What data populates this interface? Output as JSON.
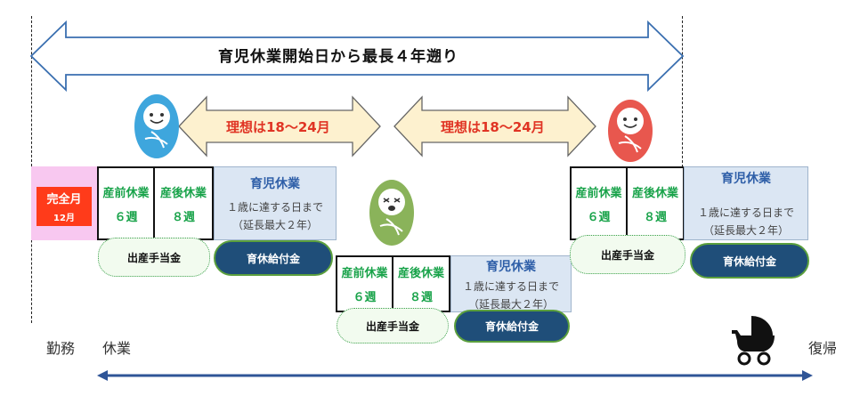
{
  "top_arrow": {
    "label": "育児休業開始日から最長４年遡り"
  },
  "ideal_arrows": [
    {
      "label": "理想は18～24月"
    },
    {
      "label": "理想は18～24月"
    }
  ],
  "full_month": {
    "title": "完全月",
    "sub": "12月"
  },
  "groups": [
    {
      "pre": {
        "name": "産前休業",
        "weeks": "６週"
      },
      "post": {
        "name": "産後休業",
        "weeks": "８週"
      },
      "childcare": {
        "title": "育児休業",
        "desc1": "１歳に達する日まで",
        "desc2": "（延長最大２年）"
      },
      "maternity_allowance": "出産手当金",
      "childcare_benefit": "育休給付金"
    },
    {
      "pre": {
        "name": "産前休業",
        "weeks": "６週"
      },
      "post": {
        "name": "産後休業",
        "weeks": "８週"
      },
      "childcare": {
        "title": "育児休業",
        "desc1": "１歳に達する日まで",
        "desc2": "（延長最大２年）"
      },
      "maternity_allowance": "出産手当金",
      "childcare_benefit": "育休給付金"
    },
    {
      "pre": {
        "name": "産前休業",
        "weeks": "６週"
      },
      "post": {
        "name": "産後休業",
        "weeks": "８週"
      },
      "childcare": {
        "title": "育児休業",
        "desc1": "１歳に達する日まで",
        "desc2": "（延長最大２年）"
      },
      "maternity_allowance": "出産手当金",
      "childcare_benefit": "育休給付金"
    }
  ],
  "bottom": {
    "work": "勤務",
    "leave": "休業",
    "return": "復帰"
  },
  "colors": {
    "baby1": "#3ea6dd",
    "baby2": "#8ab35a",
    "baby3": "#e8574e",
    "ideal_fill": "#fdf1cf",
    "ideal_text": "#e03424",
    "benefit_fill": "#1f4e79",
    "childcare_fill": "#dbe6f3",
    "accent_green": "#19a34a"
  },
  "icons": [
    "baby-icon",
    "crying-baby-icon",
    "stroller-icon"
  ]
}
